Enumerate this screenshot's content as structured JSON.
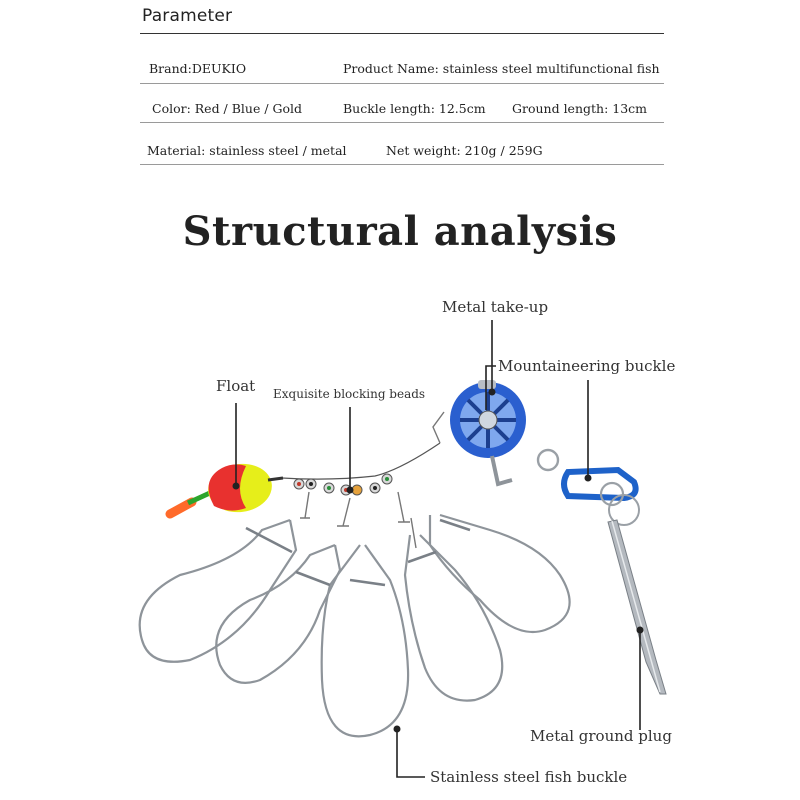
{
  "parameter": {
    "title": "Parameter",
    "rows": [
      {
        "cells": [
          "Brand:DEUKIO",
          "Product Name: stainless steel multifunctional fish"
        ]
      },
      {
        "cells": [
          "Color: Red / Blue / Gold",
          "Buckle length: 12.5cm",
          "Ground length: 13cm"
        ]
      },
      {
        "cells": [
          "Material: stainless steel / metal",
          "Net weight: 210g / 259G"
        ]
      }
    ]
  },
  "structure": {
    "title": "Structural analysis",
    "labels": {
      "float": "Float",
      "beads": "Exquisite blocking beads",
      "take_up": "Metal take-up",
      "mountaineering": "Mountaineering buckle",
      "ground_plug": "Metal ground plug",
      "fish_buckle": "Stainless steel fish buckle"
    }
  },
  "colors": {
    "text": "#222222",
    "rule": "#9a9a9a",
    "leader": "#222222",
    "float_red": "#e8312f",
    "float_yellow": "#e6ee1a",
    "float_tip": "#ff6a2a",
    "reel_blue": "#2a5fcf",
    "carabiner_blue": "#1e62c9",
    "steel": "#9aa0a6"
  }
}
